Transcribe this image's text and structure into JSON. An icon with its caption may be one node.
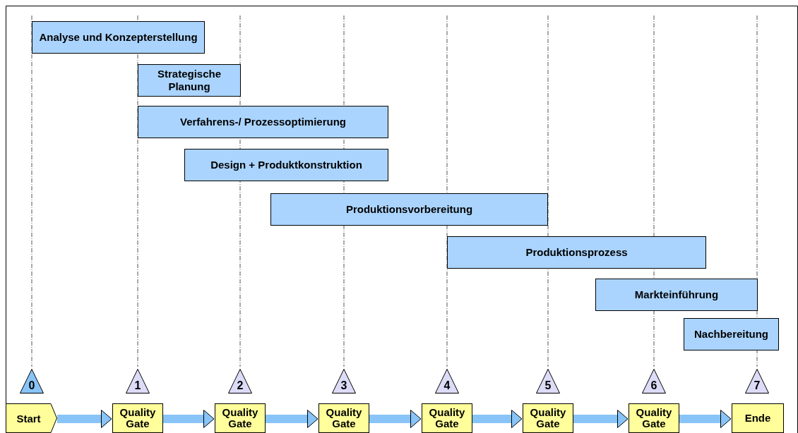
{
  "diagram": {
    "nodes": [
      {
        "text": [
          "Analyse und Konzepterstellung"
        ]
      },
      {
        "text": [
          "Strategische Planung"
        ]
      },
      {
        "text": [
          "Verfahrens-/ Prozessoptimierung"
        ]
      },
      {
        "text": [
          "Design + Produktkonstruktion"
        ]
      },
      {
        "text": [
          "Produktionsvorbereitung"
        ]
      },
      {
        "text": [
          "Produktionsprozess"
        ]
      },
      {
        "text": [
          "Markteinführung"
        ]
      },
      {
        "text": [
          "Nachbereitung"
        ]
      },
      {
        "text": [
          "0"
        ]
      },
      {
        "text": [
          "1"
        ]
      },
      {
        "text": [
          "2"
        ]
      },
      {
        "text": [
          "3"
        ]
      },
      {
        "text": [
          "4"
        ]
      },
      {
        "text": [
          "5"
        ]
      },
      {
        "text": [
          "6"
        ]
      },
      {
        "text": [
          "7"
        ]
      },
      {
        "text": [
          "Start"
        ]
      },
      {
        "text": [
          "Quality Gate"
        ]
      },
      {
        "text": [
          "Quality Gate"
        ]
      },
      {
        "text": [
          "Quality Gate"
        ]
      },
      {
        "text": [
          "Quality Gate"
        ]
      },
      {
        "text": [
          "Quality Gate"
        ]
      },
      {
        "text": [
          "Quality Gate"
        ]
      },
      {
        "text": [
          "Ende"
        ]
      }
    ],
    "edges": [
      {
        "from": 16,
        "to": 17,
        "arrow": "to"
      },
      {
        "from": 17,
        "to": 18,
        "arrow": "to"
      },
      {
        "from": 18,
        "to": 19,
        "arrow": "to"
      },
      {
        "from": 19,
        "to": 20,
        "arrow": "to"
      },
      {
        "from": 20,
        "to": 21,
        "arrow": "to"
      },
      {
        "from": 21,
        "to": 22,
        "arrow": "to"
      },
      {
        "from": 22,
        "to": 23,
        "arrow": "to"
      }
    ]
  }
}
